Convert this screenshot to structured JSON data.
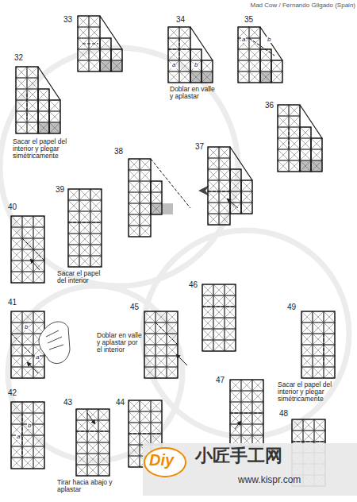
{
  "diagram": {
    "labels": [
      "Mad Cow / Fernando Gilgado (Spain)",
      "33",
      "34",
      "35",
      "32",
      "Sacar el papel del interior y plegar simétricamente",
      "Doblar en valle y aplastar",
      "a",
      "b",
      "a",
      "b",
      "36",
      "38",
      "37",
      "39",
      "40",
      "Sacar el papel del interior",
      "41",
      "b",
      "a",
      "46",
      "45",
      "Doblar en valle y aplastar por el interior",
      "49",
      "Sacar el papel del interior y plegar simétricamente",
      "42",
      "a",
      "b",
      "43",
      "44",
      "47",
      "48",
      "Tirar hacia abajo y aplastar",
      "Diy",
      "小匠手工网",
      "www.kispr.com"
    ]
  }
}
